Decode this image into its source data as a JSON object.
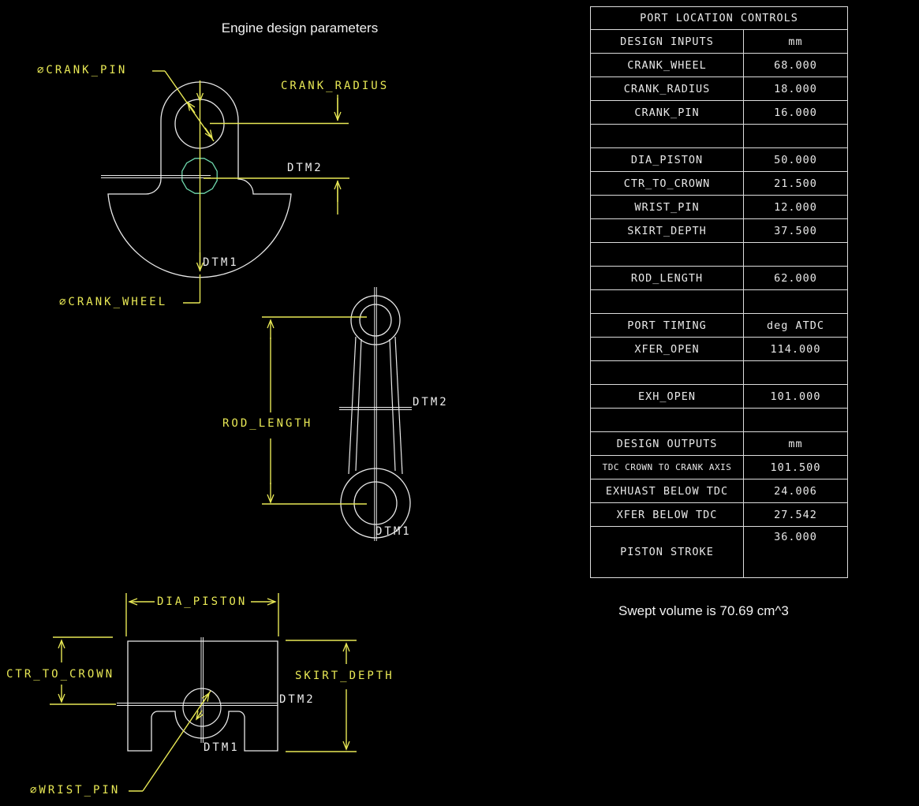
{
  "title": "Engine design parameters",
  "note": "Swept volume is 70.69 cm^3",
  "colors": {
    "background": "#000000",
    "drawing_white": "#E9E9E9",
    "dimension_yellow": "#E8E855",
    "datum_cyan": "#6FD9AD",
    "table_line": "#DCDCDC"
  },
  "drawing": {
    "crank_view": {
      "pin_label": "⌀CRANK_PIN",
      "radius_label": "CRANK_RADIUS",
      "dtm2_label": "DTM2",
      "dtm1_label": "DTM1",
      "wheel_label": "⌀CRANK_WHEEL"
    },
    "rod_view": {
      "length_label": "ROD_LENGTH",
      "dtm2_label": "DTM2",
      "dtm1_label": "DTM1"
    },
    "piston_view": {
      "dia_label": "DIA_PISTON",
      "ctr_label": "CTR_TO_CROWN",
      "skirt_label": "SKIRT_DEPTH",
      "dtm2_label": "DTM2",
      "dtm1_label": "DTM1",
      "wrist_label": "⌀WRIST_PIN"
    }
  },
  "table": {
    "rows": [
      {
        "label": "PORT LOCATION CONTROLS",
        "value": "",
        "type": "header"
      },
      {
        "label": "DESIGN INPUTS",
        "value": "mm"
      },
      {
        "label": "CRANK_WHEEL",
        "value": "68.000"
      },
      {
        "label": "CRANK_RADIUS",
        "value": "18.000"
      },
      {
        "label": "CRANK_PIN",
        "value": "16.000"
      },
      {
        "label": "",
        "value": ""
      },
      {
        "label": "DIA_PISTON",
        "value": "50.000"
      },
      {
        "label": "CTR_TO_CROWN",
        "value": "21.500"
      },
      {
        "label": "WRIST_PIN",
        "value": "12.000"
      },
      {
        "label": "SKIRT_DEPTH",
        "value": "37.500"
      },
      {
        "label": "",
        "value": ""
      },
      {
        "label": "ROD_LENGTH",
        "value": "62.000"
      },
      {
        "label": "",
        "value": ""
      },
      {
        "label": "PORT TIMING",
        "value": "deg ATDC"
      },
      {
        "label": "XFER_OPEN",
        "value": "114.000"
      },
      {
        "label": "",
        "value": ""
      },
      {
        "label": "EXH_OPEN",
        "value": "101.000"
      },
      {
        "label": "",
        "value": ""
      },
      {
        "label": "DESIGN OUTPUTS",
        "value": "mm"
      },
      {
        "label": "TDC CROWN TO CRANK AXIS",
        "value": "101.500",
        "type": "small"
      },
      {
        "label": "EXHUAST BELOW TDC",
        "value": "24.006"
      },
      {
        "label": "XFER BELOW TDC",
        "value": "27.542"
      },
      {
        "label": "PISTON STROKE",
        "value": "36.000",
        "type": "tall"
      }
    ]
  }
}
